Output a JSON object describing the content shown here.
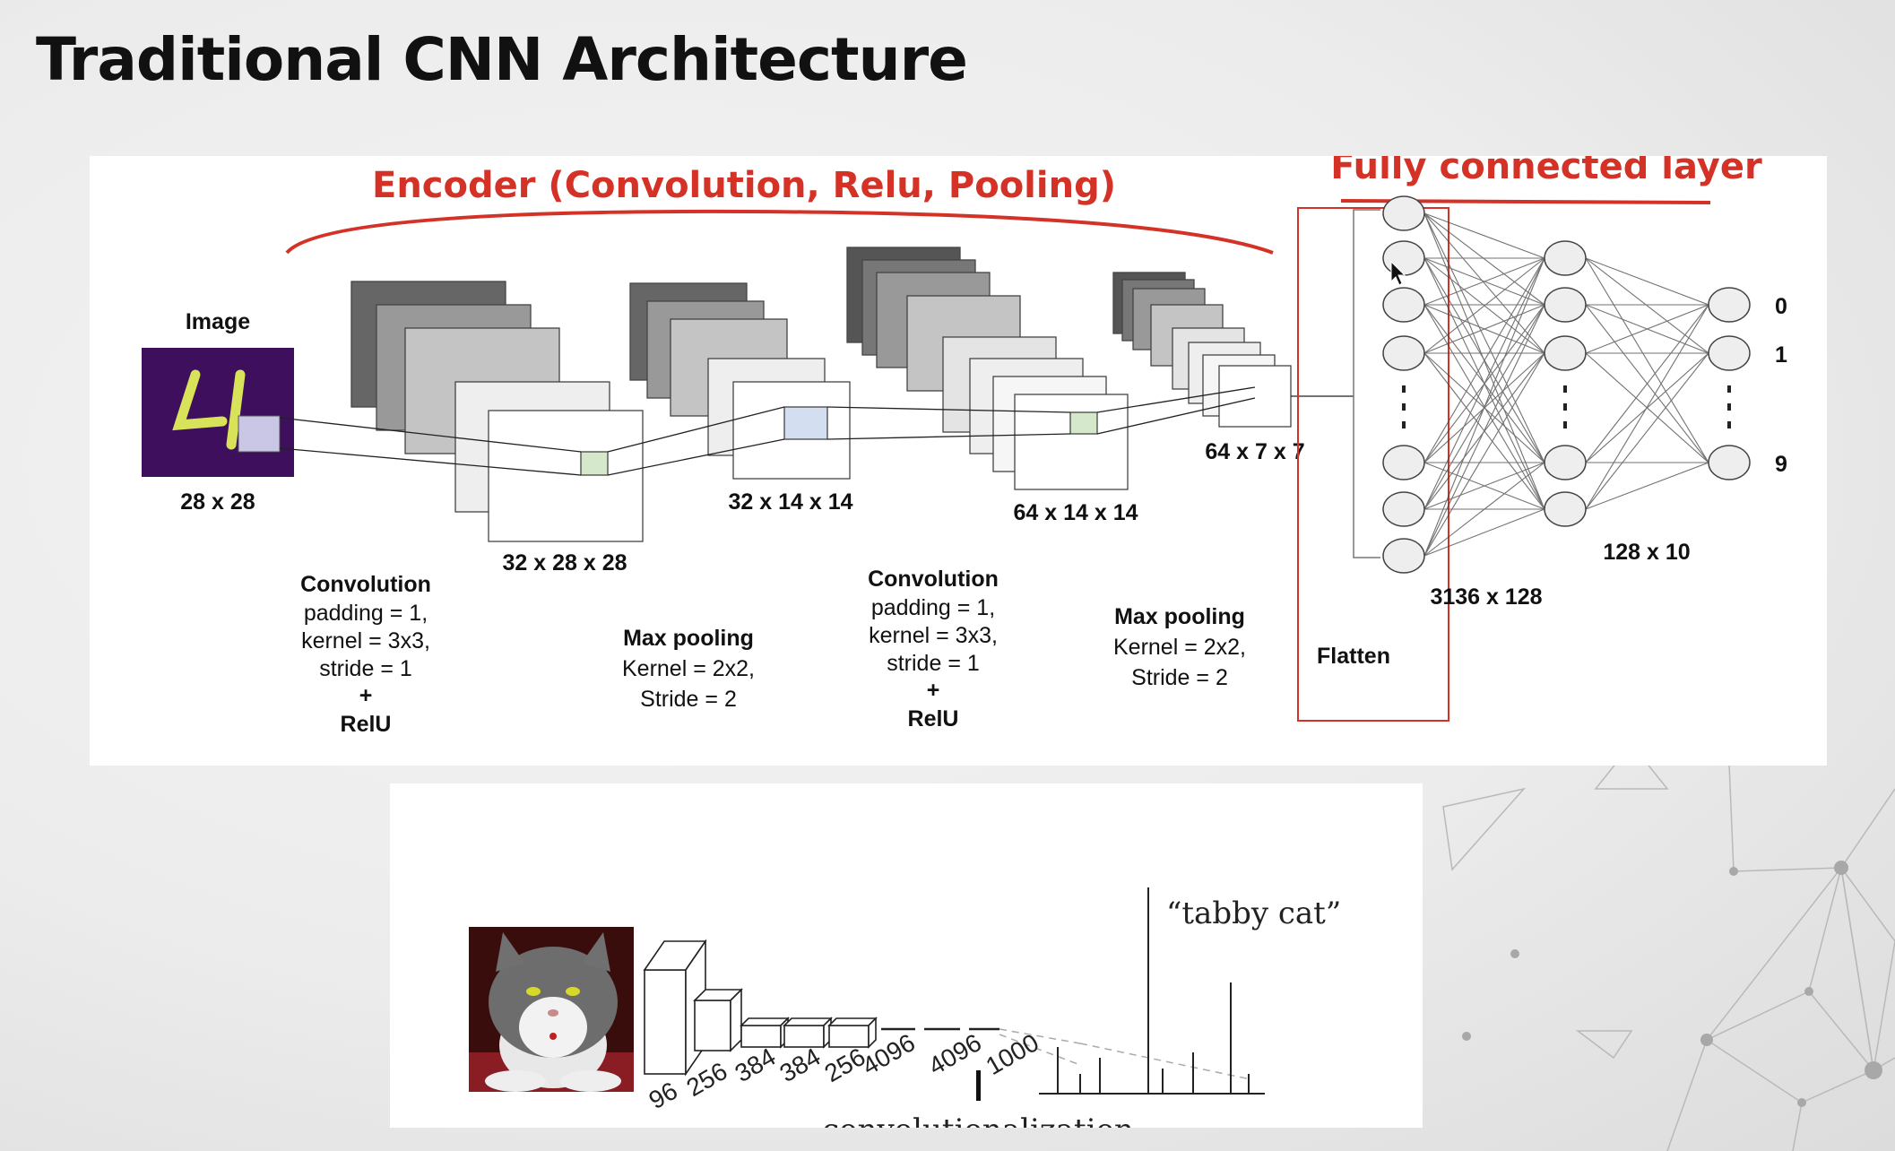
{
  "slide": {
    "title": "Traditional CNN Architecture"
  },
  "top_diagram": {
    "encoder_title": "Encoder (Convolution, Relu, Pooling)",
    "fc_title": "Fully connected layer",
    "image_label": "Image",
    "dims": {
      "input": "28 x 28",
      "conv1": "32 x 28 x 28",
      "pool1": "32 x 14 x 14",
      "conv2": "64 x 14 x 14",
      "pool2": "64 x 7 x 7",
      "fc1": "3136 x 128",
      "fc2": "128 x 10"
    },
    "conv1_desc": {
      "title": "Convolution",
      "line1": "padding = 1,",
      "line2": "kernel = 3x3,",
      "line3": "stride = 1",
      "plus": "+",
      "act": "RelU"
    },
    "pool1_desc": {
      "title": "Max pooling",
      "line1": "Kernel = 2x2,",
      "line2": "Stride = 2"
    },
    "conv2_desc": {
      "title": "Convolution",
      "line1": "padding = 1,",
      "line2": "kernel = 3x3,",
      "line3": "stride = 1",
      "plus": "+",
      "act": "RelU"
    },
    "pool2_desc": {
      "title": "Max pooling",
      "line1": "Kernel = 2x2,",
      "line2": "Stride = 2"
    },
    "flatten_label": "Flatten",
    "output_labels": [
      "0",
      "1",
      "9"
    ],
    "colors": {
      "accent_red": "#d43226",
      "digit_bg": "#3d0f5c",
      "digit_stroke": "#d9e35a"
    }
  },
  "bottom_diagram": {
    "class_label": "“tabby cat”",
    "layer_sizes": [
      "96",
      "256",
      "384",
      "384",
      "256",
      "4096",
      "4096",
      "1000"
    ],
    "caption": "convolutionalization"
  }
}
